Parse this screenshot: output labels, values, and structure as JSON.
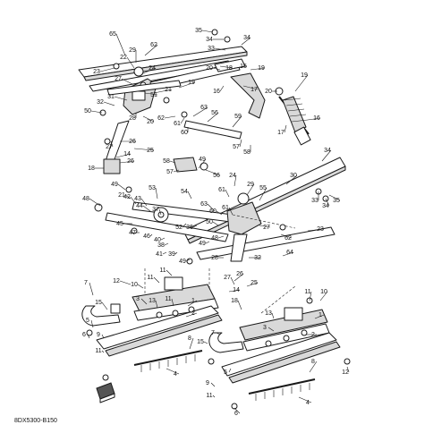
{
  "diagram_code": "8DX5300-B150",
  "callouts": [
    {
      "id": "c65",
      "label": "65"
    },
    {
      "id": "c35a",
      "label": "35"
    },
    {
      "id": "c34a",
      "label": "34"
    },
    {
      "id": "c33a",
      "label": "33"
    },
    {
      "id": "c34b",
      "label": "34"
    },
    {
      "id": "c62a",
      "label": "62"
    },
    {
      "id": "c29a",
      "label": "29"
    },
    {
      "id": "c22",
      "label": "22"
    },
    {
      "id": "c23a",
      "label": "23"
    },
    {
      "id": "c24a",
      "label": "24"
    },
    {
      "id": "c27a",
      "label": "27"
    },
    {
      "id": "c20a",
      "label": "20"
    },
    {
      "id": "c18a",
      "label": "18"
    },
    {
      "id": "c15a",
      "label": "15"
    },
    {
      "id": "c19a",
      "label": "19"
    },
    {
      "id": "c31",
      "label": "31"
    },
    {
      "id": "c32a",
      "label": "32"
    },
    {
      "id": "c50a",
      "label": "50"
    },
    {
      "id": "c51a",
      "label": "51"
    },
    {
      "id": "c19b",
      "label": "19"
    },
    {
      "id": "c21a",
      "label": "21"
    },
    {
      "id": "c28a",
      "label": "28"
    },
    {
      "id": "c20b",
      "label": "20"
    },
    {
      "id": "c16a",
      "label": "16"
    },
    {
      "id": "c17a",
      "label": "17"
    },
    {
      "id": "c19c",
      "label": "19"
    },
    {
      "id": "c20c",
      "label": "20"
    },
    {
      "id": "c63",
      "label": "63"
    },
    {
      "id": "c56a",
      "label": "56"
    },
    {
      "id": "c16b",
      "label": "16"
    },
    {
      "id": "c59",
      "label": "59"
    },
    {
      "id": "c61a",
      "label": "61"
    },
    {
      "id": "c62b",
      "label": "62"
    },
    {
      "id": "c60a",
      "label": "60"
    },
    {
      "id": "c57a",
      "label": "57"
    },
    {
      "id": "c58a",
      "label": "58"
    },
    {
      "id": "c17b",
      "label": "17"
    },
    {
      "id": "c26a",
      "label": "26"
    },
    {
      "id": "c25a",
      "label": "25"
    },
    {
      "id": "c27b",
      "label": "27"
    },
    {
      "id": "c14a",
      "label": "14"
    },
    {
      "id": "c26b",
      "label": "26"
    },
    {
      "id": "c18b",
      "label": "18"
    },
    {
      "id": "c34c",
      "label": "34"
    },
    {
      "id": "c58b",
      "label": "58"
    },
    {
      "id": "c57b",
      "label": "57"
    },
    {
      "id": "c49a",
      "label": "49"
    },
    {
      "id": "c56b",
      "label": "56"
    },
    {
      "id": "c24b",
      "label": "24"
    },
    {
      "id": "c30",
      "label": "30"
    },
    {
      "id": "c49b",
      "label": "49"
    },
    {
      "id": "c53",
      "label": "53"
    },
    {
      "id": "c54",
      "label": "54"
    },
    {
      "id": "c61b",
      "label": "61"
    },
    {
      "id": "c29b",
      "label": "29"
    },
    {
      "id": "c55",
      "label": "55"
    },
    {
      "id": "c21b",
      "label": "21"
    },
    {
      "id": "c48a",
      "label": "48"
    },
    {
      "id": "c42",
      "label": "42"
    },
    {
      "id": "c43",
      "label": "43"
    },
    {
      "id": "c44",
      "label": "44"
    },
    {
      "id": "c37",
      "label": "37"
    },
    {
      "id": "c63b",
      "label": "63"
    },
    {
      "id": "c60b",
      "label": "60"
    },
    {
      "id": "c61c",
      "label": "61"
    },
    {
      "id": "c33b",
      "label": "33"
    },
    {
      "id": "c34d",
      "label": "34"
    },
    {
      "id": "c35b",
      "label": "35"
    },
    {
      "id": "c45",
      "label": "45"
    },
    {
      "id": "c52",
      "label": "52"
    },
    {
      "id": "c36",
      "label": "36"
    },
    {
      "id": "c50b",
      "label": "50"
    },
    {
      "id": "c27c",
      "label": "27"
    },
    {
      "id": "c62c",
      "label": "62"
    },
    {
      "id": "c23b",
      "label": "23"
    },
    {
      "id": "c47",
      "label": "47"
    },
    {
      "id": "c46",
      "label": "46"
    },
    {
      "id": "c40",
      "label": "40"
    },
    {
      "id": "c38",
      "label": "38"
    },
    {
      "id": "c49c",
      "label": "49"
    },
    {
      "id": "c41",
      "label": "41"
    },
    {
      "id": "c39",
      "label": "39"
    },
    {
      "id": "c49d",
      "label": "49"
    },
    {
      "id": "c28b",
      "label": "28"
    },
    {
      "id": "c32b",
      "label": "32"
    },
    {
      "id": "c64",
      "label": "64"
    },
    {
      "id": "c48b",
      "label": "48"
    },
    {
      "id": "c11a",
      "label": "11"
    },
    {
      "id": "c12a",
      "label": "12"
    },
    {
      "id": "c10a",
      "label": "10"
    },
    {
      "id": "c11b",
      "label": "11"
    },
    {
      "id": "c27d",
      "label": "27"
    },
    {
      "id": "c26c",
      "label": "26"
    },
    {
      "id": "c25b",
      "label": "25"
    },
    {
      "id": "c14b",
      "label": "14"
    },
    {
      "id": "c7a",
      "label": "7"
    },
    {
      "id": "c3a",
      "label": "3"
    },
    {
      "id": "c13a",
      "label": "13"
    },
    {
      "id": "c15b",
      "label": "15"
    },
    {
      "id": "c11c",
      "label": "11"
    },
    {
      "id": "c1a",
      "label": "1"
    },
    {
      "id": "c2a",
      "label": "2"
    },
    {
      "id": "c5a",
      "label": "5"
    },
    {
      "id": "c6a",
      "label": "6"
    },
    {
      "id": "c9a",
      "label": "9"
    },
    {
      "id": "c11d",
      "label": "11"
    },
    {
      "id": "c8a",
      "label": "8"
    },
    {
      "id": "c4a",
      "label": "4"
    },
    {
      "id": "c18c",
      "label": "18"
    },
    {
      "id": "c11e",
      "label": "11"
    },
    {
      "id": "c10b",
      "label": "10"
    },
    {
      "id": "c13b",
      "label": "13"
    },
    {
      "id": "c7b",
      "label": "7"
    },
    {
      "id": "c15c",
      "label": "15"
    },
    {
      "id": "c1b",
      "label": "1"
    },
    {
      "id": "c2b",
      "label": "2"
    },
    {
      "id": "c3b",
      "label": "3"
    },
    {
      "id": "c5b",
      "label": "5"
    },
    {
      "id": "c6b",
      "label": "6"
    },
    {
      "id": "c9b",
      "label": "9"
    },
    {
      "id": "c11f",
      "label": "11"
    },
    {
      "id": "c8b",
      "label": "8"
    },
    {
      "id": "c12b",
      "label": "12"
    },
    {
      "id": "c4b",
      "label": "4"
    }
  ]
}
